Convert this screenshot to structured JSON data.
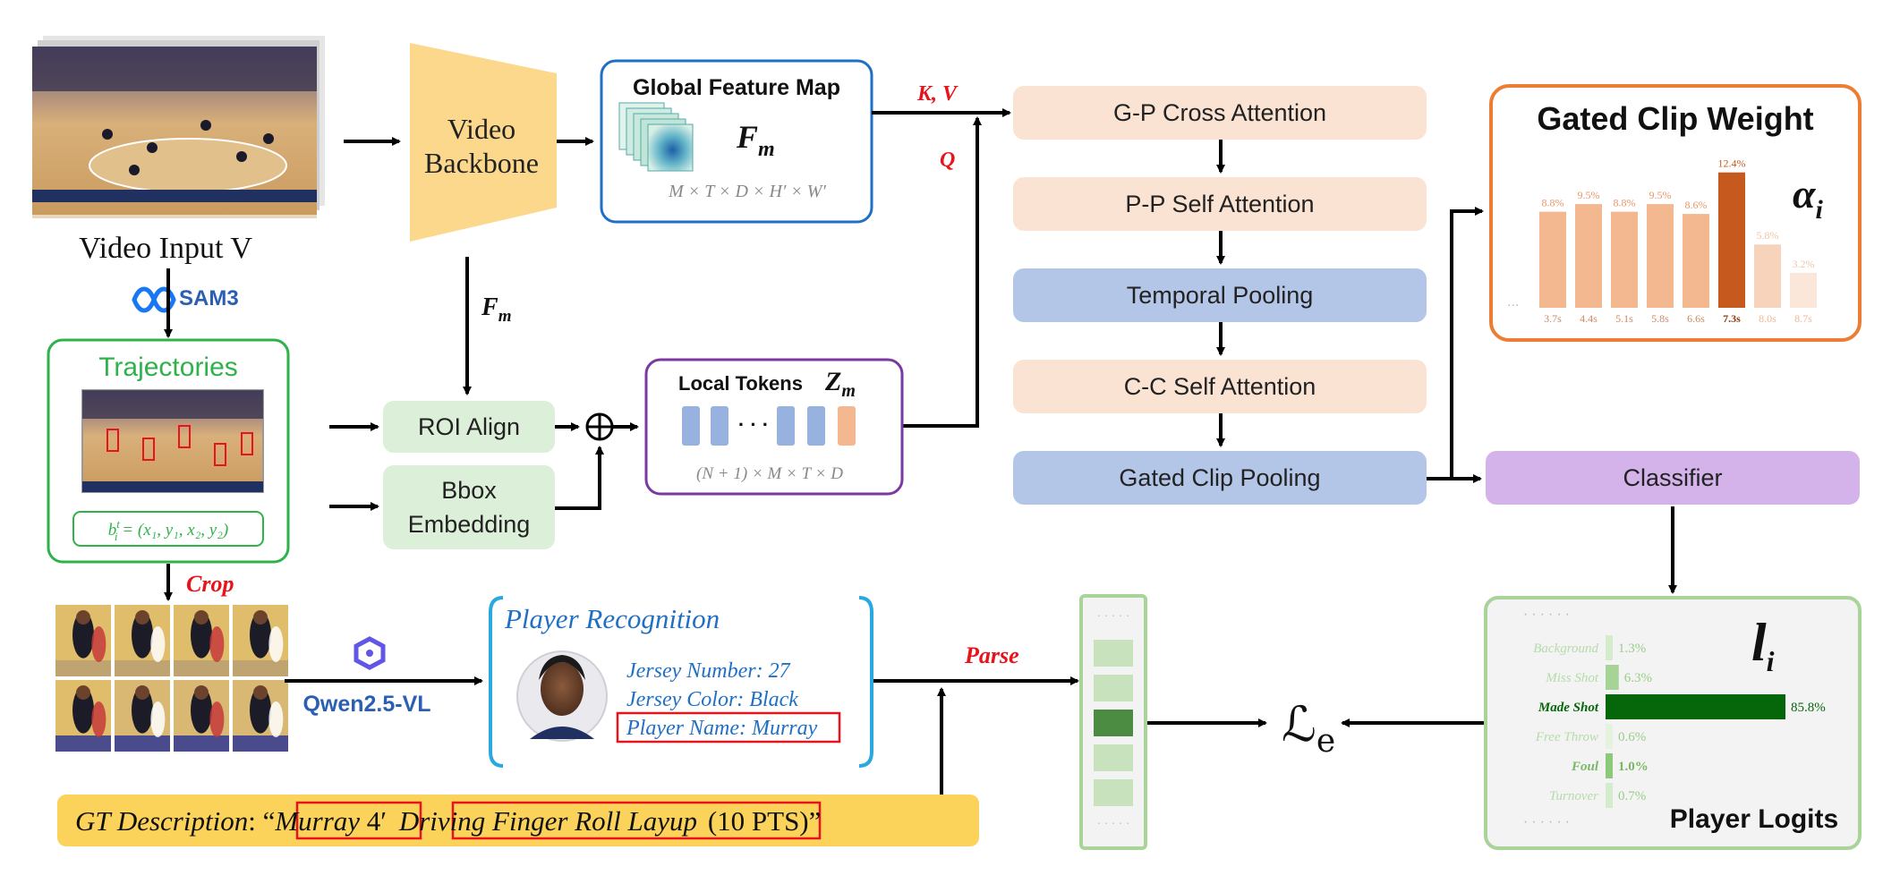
{
  "video_input": {
    "label": "Video Input V",
    "sam_label": "SAM3"
  },
  "backbone": {
    "label_line1": "Video",
    "label_line2": "Backbone"
  },
  "global_feature": {
    "title": "Global Feature Map",
    "symbol": "F",
    "symbol_sub": "m",
    "dims": "M × T  × D × H′ × W′"
  },
  "edges": {
    "kv": "K, V",
    "q": "Q",
    "fm": "F",
    "fm_sub": "m",
    "crop": "Crop",
    "parse": "Parse"
  },
  "trajectories": {
    "title": "Trajectories",
    "bbox_formula": "b",
    "bbox_sup": "t",
    "bbox_sub": "i",
    "bbox_rest": " = (x₁, y₁, x₂, y₂)"
  },
  "roi_align": {
    "label": "ROI Align"
  },
  "bbox_embedding": {
    "line1": "Bbox",
    "line2": "Embedding"
  },
  "local_tokens": {
    "title": "Local Tokens",
    "symbol": "Z",
    "symbol_sub": "m",
    "dots": "· · ·",
    "dims": "(N + 1) × M × T  × D"
  },
  "pipeline": {
    "gp_cross": "G-P Cross Attention",
    "pp_self": "P-P Self Attention",
    "temporal_pool": "Temporal Pooling",
    "cc_self": "C-C Self Attention",
    "gated_pool": "Gated Clip Pooling",
    "classifier": "Classifier"
  },
  "gated_clip": {
    "title": "Gated Clip Weight",
    "symbol": "α",
    "symbol_sub": "i",
    "leading": "...",
    "chart_data": {
      "type": "bar",
      "categories": [
        "3.7s",
        "4.4s",
        "5.1s",
        "5.8s",
        "6.6s",
        "7.3s",
        "8.0s",
        "8.7s"
      ],
      "values": [
        8.8,
        9.5,
        8.8,
        9.5,
        8.6,
        12.4,
        5.8,
        3.2
      ],
      "value_labels": [
        "8.8%",
        "9.5%",
        "8.8%",
        "9.5%",
        "8.6%",
        "12.4%",
        "5.8%",
        "3.2%"
      ],
      "colors": [
        "#f3b890",
        "#f3b890",
        "#f3b890",
        "#f3b890",
        "#f3b890",
        "#c65a1e",
        "#f7d3bb",
        "#fbe7da"
      ]
    }
  },
  "player_logits": {
    "title": "Player Logits",
    "symbol": "l",
    "symbol_sub": "i",
    "top_dots": "· · · · · ·",
    "bottom_dots": "· · · · · ·",
    "chart_data": {
      "type": "bar",
      "orientation": "horizontal",
      "categories": [
        "Background",
        "Miss Shot",
        "Made Shot",
        "Free Throw",
        "Foul",
        "Turnover"
      ],
      "values": [
        1.3,
        6.3,
        85.8,
        0.6,
        1.0,
        0.7
      ],
      "value_labels": [
        "1.3%",
        "6.3%",
        "85.8%",
        "0.6%",
        "1.0%",
        "0.7%"
      ],
      "colors": [
        "#d4ebcc",
        "#a6d496",
        "#05660a",
        "#e6f2e0",
        "#8cc97a",
        "#d4ebcc"
      ]
    }
  },
  "qwen": {
    "label": "Qwen2.5-VL"
  },
  "player_recognition": {
    "title": "Player Recognition",
    "jersey_number": "Jersey Number: 27",
    "jersey_color": "Jersey Color: Black",
    "player_name": "Player Name: Murray"
  },
  "loss": {
    "symbol": "ℒ",
    "sub": "e"
  },
  "feature_column": {
    "top_dots": "· · · · ·",
    "bottom_dots": "· · · · ·"
  },
  "gt_description": {
    "prefix": "GT Description",
    "colon": ": “",
    "name": "Murray",
    "mid": " 4′ ",
    "action": "Driving Finger Roll Layup",
    "suffix": " (10 PTS)”"
  },
  "colors": {
    "accent_red": "#e8131b",
    "blue_border": "#1f6fc4",
    "green_border": "#2fb24a",
    "purple_border": "#7a3aa0",
    "orange_border": "#ec7d33",
    "cyan_bracket": "#2aa8e0",
    "sam_blue": "#2b5fb4"
  }
}
